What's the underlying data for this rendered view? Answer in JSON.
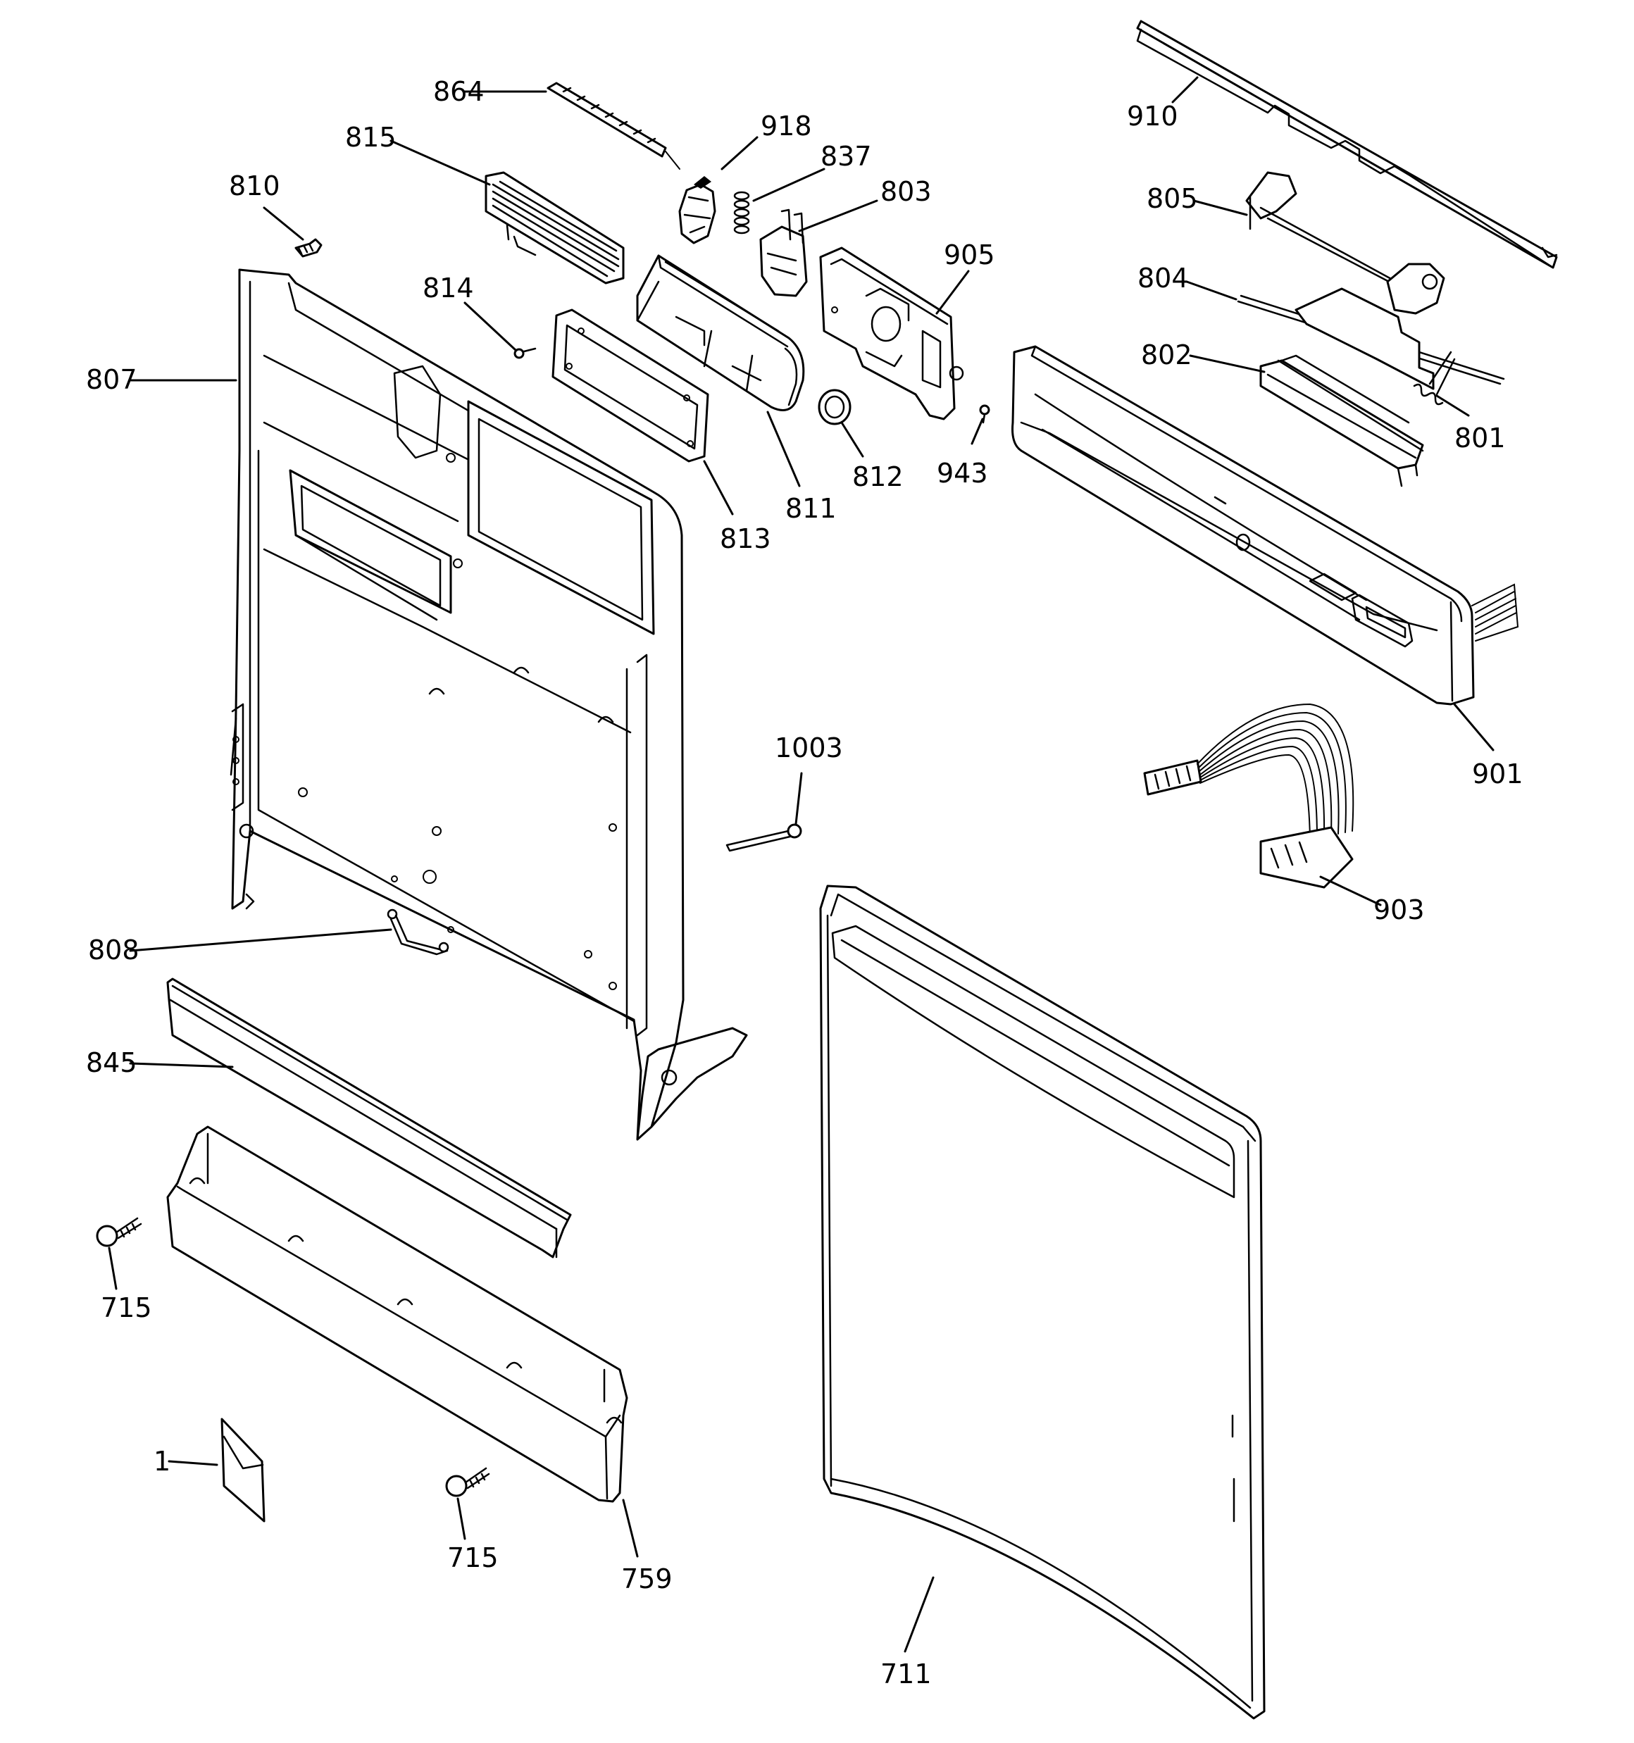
{
  "callouts": [
    {
      "id": "c864",
      "label": "864"
    },
    {
      "id": "c918",
      "label": "918"
    },
    {
      "id": "c837",
      "label": "837"
    },
    {
      "id": "c815",
      "label": "815"
    },
    {
      "id": "c803",
      "label": "803"
    },
    {
      "id": "c810",
      "label": "810"
    },
    {
      "id": "c905",
      "label": "905"
    },
    {
      "id": "c814",
      "label": "814"
    },
    {
      "id": "c807",
      "label": "807"
    },
    {
      "id": "c812",
      "label": "812"
    },
    {
      "id": "c943",
      "label": "943"
    },
    {
      "id": "c811",
      "label": "811"
    },
    {
      "id": "c813",
      "label": "813"
    },
    {
      "id": "c910",
      "label": "910"
    },
    {
      "id": "c805",
      "label": "805"
    },
    {
      "id": "c804",
      "label": "804"
    },
    {
      "id": "c802",
      "label": "802"
    },
    {
      "id": "c801",
      "label": "801"
    },
    {
      "id": "c901",
      "label": "901"
    },
    {
      "id": "c1003",
      "label": "1003"
    },
    {
      "id": "c903",
      "label": "903"
    },
    {
      "id": "c808",
      "label": "808"
    },
    {
      "id": "c845",
      "label": "845"
    },
    {
      "id": "c715a",
      "label": "715"
    },
    {
      "id": "c715b",
      "label": "715"
    },
    {
      "id": "c1",
      "label": "1"
    },
    {
      "id": "c759",
      "label": "759"
    },
    {
      "id": "c711",
      "label": "711"
    }
  ]
}
